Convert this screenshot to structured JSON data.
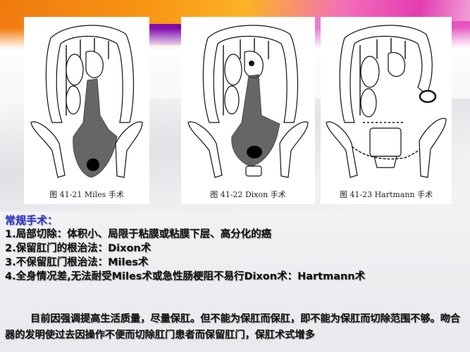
{
  "slide": {
    "background": {
      "banner_colors": [
        "#f07a10",
        "#fbb325",
        "#e33db1",
        "#8a0fb0"
      ],
      "heading_color": "#2b2fc8",
      "body_text_color": "#111111"
    },
    "figures": [
      {
        "id": "fig-41-21",
        "caption": "图 41-21   Miles 手术",
        "illustration": "colon-pelvis-miles-resection-diagram"
      },
      {
        "id": "fig-41-22",
        "caption": "图 41-22   Dixon 手术",
        "illustration": "colon-pelvis-dixon-resection-diagram"
      },
      {
        "id": "fig-41-23",
        "caption": "图 41-23   Hartmann 手术",
        "illustration": "colon-pelvis-hartmann-procedure-diagram"
      }
    ],
    "heading": "常规手术：",
    "items": [
      "1.局部切除：体积小、局限于粘膜或粘膜下层、高分化的癌",
      "2.保留肛门的根治法：Dixon术",
      "3.不保留肛门根治法：Miles术",
      "4.全身情况差,无法耐受Miles术或急性肠梗阻不易行Dixon术：Hartmann术"
    ],
    "paragraph": "目前因强调提高生活质量，尽量保肛。但不能为保肛而保肛，即不能为保肛而切除范围不够。吻合器的发明使过去因操作不便而切除肛门患者而保留肛门，保肛术式增多"
  }
}
